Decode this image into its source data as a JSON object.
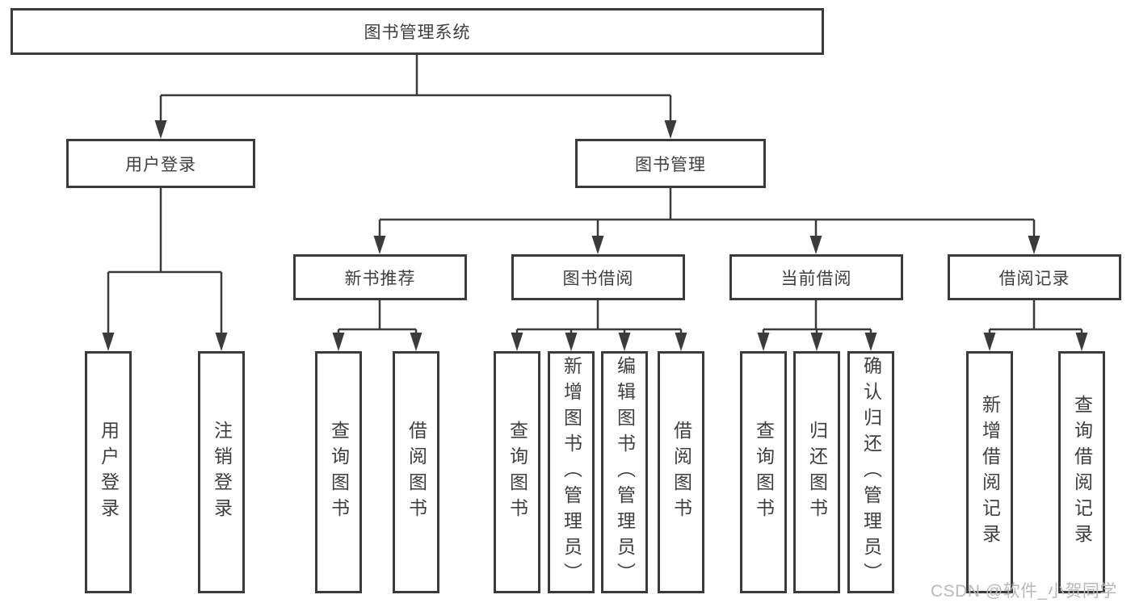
{
  "diagram": {
    "root": {
      "label": "图书管理系统"
    },
    "level2": [
      {
        "label": "用户登录"
      },
      {
        "label": "图书管理"
      }
    ],
    "level3": [
      {
        "label": "新书推荐"
      },
      {
        "label": "图书借阅"
      },
      {
        "label": "当前借阅"
      },
      {
        "label": "借阅记录"
      }
    ],
    "leaves": [
      {
        "label": "用户登录"
      },
      {
        "label": "注销登录"
      },
      {
        "label": "查询图书"
      },
      {
        "label": "借阅图书"
      },
      {
        "label": "查询图书"
      },
      {
        "label": "新增图书（管理员）"
      },
      {
        "label": "编辑图书（管理员）"
      },
      {
        "label": "借阅图书"
      },
      {
        "label": "查询图书"
      },
      {
        "label": "归还图书"
      },
      {
        "label": "确认归还（管理员）"
      },
      {
        "label": "新增借阅记录"
      },
      {
        "label": "查询借阅记录"
      }
    ],
    "watermark": "CSDN @软件_小贺同学",
    "colors": {
      "line": "#3b3b3b",
      "box_border": "#3b3b3b",
      "text": "#3f3f3f",
      "background": "#ffffff",
      "watermark": "#b9b9b9"
    }
  }
}
